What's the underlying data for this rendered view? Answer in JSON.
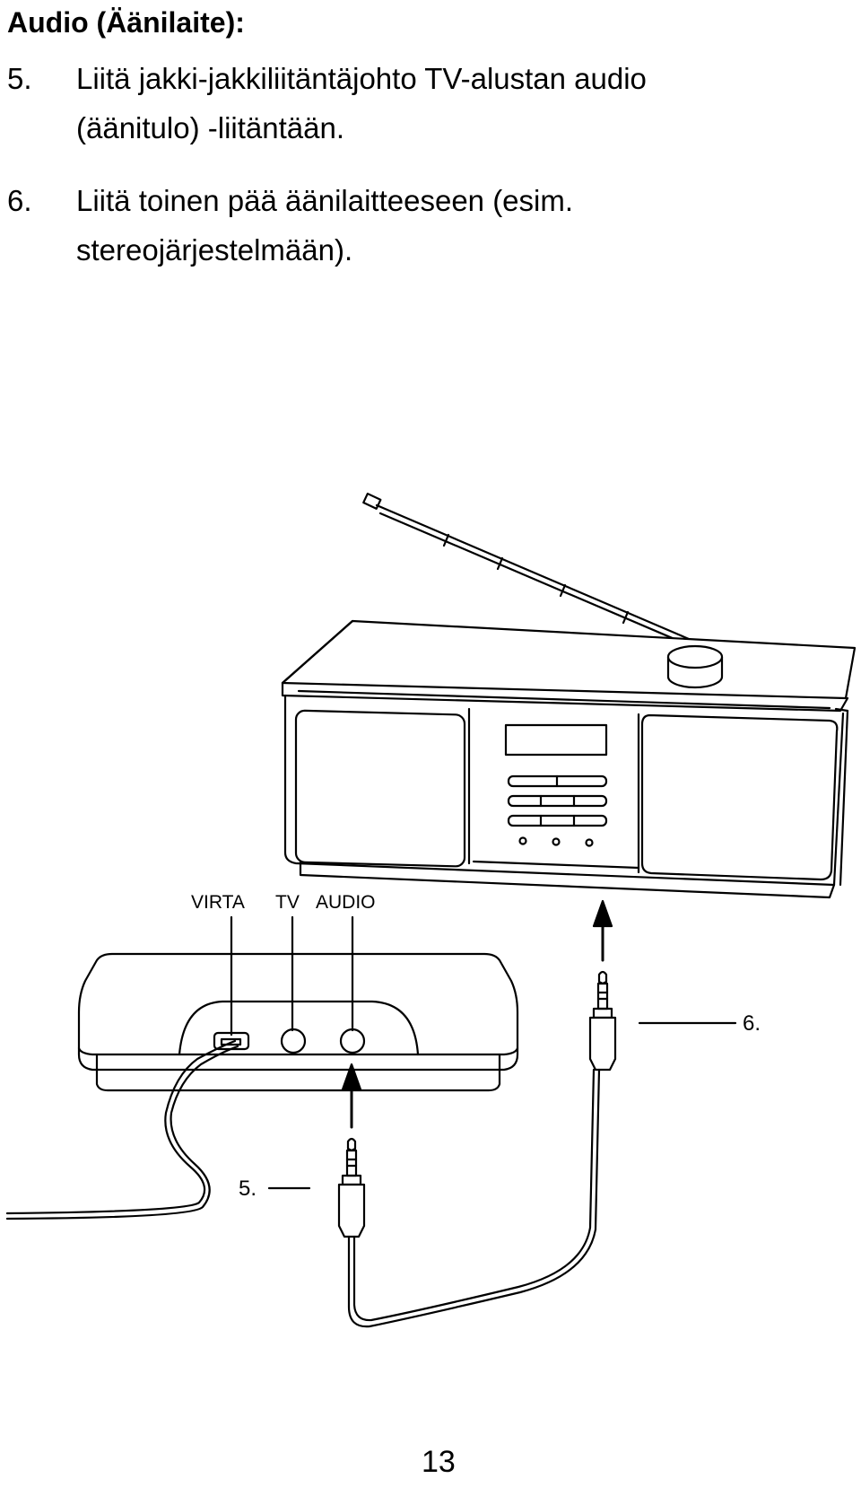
{
  "heading": "Audio (Äänilaite):",
  "steps": [
    {
      "num": "5.",
      "line1": "Liitä jakki-jakkiliitäntäjohto TV-alustan audio",
      "line2": "(äänitulo) -liitäntään."
    },
    {
      "num": "6.",
      "line1": "Liitä toinen pää äänilaitteeseen (esim.",
      "line2": "stereojärjestelmään)."
    }
  ],
  "figure": {
    "port_labels": {
      "power": "VIRTA",
      "tv": "TV",
      "audio": "AUDIO"
    },
    "callouts": {
      "step5": "5.",
      "step6": "6."
    }
  },
  "page_number": "13"
}
